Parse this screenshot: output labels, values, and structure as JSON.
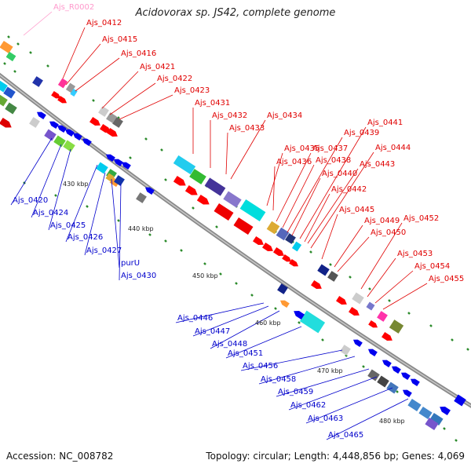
{
  "title": "Acidovorax sp. JS42, complete genome",
  "footer": {
    "accession": "Accession: NC_008782",
    "stats": "Topology: circular; Length: 4,448,856 bp; Genes: 4,069"
  },
  "colors": {
    "backbone": "#8a8a8a",
    "forward_label": "#e00000",
    "reverse_label": "#0000cc",
    "rna_label": "#ff99cc",
    "tick": "#2a8a2a"
  },
  "ruler_labels": [
    {
      "text": "430 kbp"
    },
    {
      "text": "440 kbp"
    },
    {
      "text": "450 kbp"
    },
    {
      "text": "460 kbp"
    },
    {
      "text": "470 kbp"
    },
    {
      "text": "480 kbp"
    }
  ],
  "top_labels": [
    {
      "text": "Ajs_R0002",
      "strand": "rna"
    },
    {
      "text": "Ajs_0412",
      "strand": "forward"
    },
    {
      "text": "Ajs_0415",
      "strand": "forward"
    },
    {
      "text": "Ajs_0416",
      "strand": "forward"
    },
    {
      "text": "Ajs_0421",
      "strand": "forward"
    },
    {
      "text": "Ajs_0422",
      "strand": "forward"
    },
    {
      "text": "Ajs_0423",
      "strand": "forward"
    },
    {
      "text": "Ajs_0431",
      "strand": "forward"
    },
    {
      "text": "Ajs_0432",
      "strand": "forward"
    },
    {
      "text": "Ajs_0433",
      "strand": "forward"
    },
    {
      "text": "Ajs_0434",
      "strand": "forward"
    },
    {
      "text": "Ajs_0435",
      "strand": "forward"
    },
    {
      "text": "Ajs_0436",
      "strand": "forward"
    },
    {
      "text": "Ajs_0437",
      "strand": "forward"
    },
    {
      "text": "Ajs_0438",
      "strand": "forward"
    },
    {
      "text": "Ajs_0439",
      "strand": "forward"
    },
    {
      "text": "Ajs_0440",
      "strand": "forward"
    },
    {
      "text": "Ajs_0441",
      "strand": "forward"
    },
    {
      "text": "Ajs_0442",
      "strand": "forward"
    },
    {
      "text": "Ajs_0443",
      "strand": "forward"
    },
    {
      "text": "Ajs_0444",
      "strand": "forward"
    },
    {
      "text": "Ajs_0445",
      "strand": "forward"
    },
    {
      "text": "Ajs_0449",
      "strand": "forward"
    },
    {
      "text": "Ajs_0450",
      "strand": "forward"
    },
    {
      "text": "Ajs_0452",
      "strand": "forward"
    },
    {
      "text": "Ajs_0453",
      "strand": "forward"
    },
    {
      "text": "Ajs_0454",
      "strand": "forward"
    },
    {
      "text": "Ajs_0455",
      "strand": "forward"
    }
  ],
  "bottom_labels": [
    {
      "text": "Ajs_0420",
      "strand": "reverse"
    },
    {
      "text": "Ajs_0424",
      "strand": "reverse"
    },
    {
      "text": "Ajs_0425",
      "strand": "reverse"
    },
    {
      "text": "Ajs_0426",
      "strand": "reverse"
    },
    {
      "text": "Ajs_0427",
      "strand": "reverse"
    },
    {
      "text": "purU",
      "strand": "reverse"
    },
    {
      "text": "Ajs_0430",
      "strand": "reverse"
    },
    {
      "text": "Ajs_0446",
      "strand": "reverse"
    },
    {
      "text": "Ajs_0447",
      "strand": "reverse"
    },
    {
      "text": "Ajs_0448",
      "strand": "reverse"
    },
    {
      "text": "Ajs_0451",
      "strand": "reverse"
    },
    {
      "text": "Ajs_0456",
      "strand": "reverse"
    },
    {
      "text": "Ajs_0458",
      "strand": "reverse"
    },
    {
      "text": "Ajs_0459",
      "strand": "reverse"
    },
    {
      "text": "Ajs_0462",
      "strand": "reverse"
    },
    {
      "text": "Ajs_0463",
      "strand": "reverse"
    },
    {
      "text": "Ajs_0465",
      "strand": "reverse"
    }
  ]
}
